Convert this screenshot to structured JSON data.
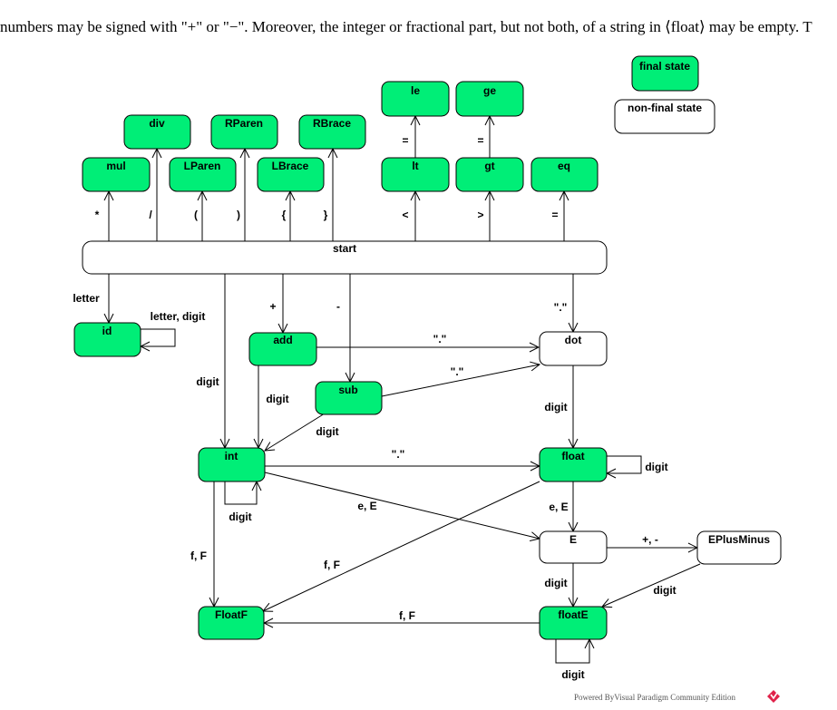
{
  "intro_text": "numbers may be signed with \"+\" or \"−\". Moreover, the integer or fractional part, but not both, of a string in ⟨float⟩ may be empty. T",
  "legend": {
    "final": "final state",
    "nonfinal": "non-final state"
  },
  "colors": {
    "final": "#00ee77",
    "nonfinal": "#ffffff",
    "stroke": "#000000",
    "logo": "#e0224a"
  },
  "states": {
    "mul": "mul",
    "div": "div",
    "LParen": "LParen",
    "RParen": "RParen",
    "LBrace": "LBrace",
    "RBrace": "RBrace",
    "lt": "lt",
    "le": "le",
    "gt": "gt",
    "ge": "ge",
    "eq": "eq",
    "start": "start",
    "id": "id",
    "add": "add",
    "sub": "sub",
    "dot": "dot",
    "int": "int",
    "float": "float",
    "E": "E",
    "EPlusMinus": "EPlusMinus",
    "FloatF": "FloatF",
    "floatE": "floatE"
  },
  "labels": {
    "star": "*",
    "slash": "/",
    "lparen": "(",
    "rparen": ")",
    "lbrace": "{",
    "rbrace": "}",
    "lt": "<",
    "gt": ">",
    "eq": "=",
    "le_eq": "=",
    "ge_eq": "=",
    "letter": "letter",
    "letter_digit": "letter, digit",
    "plus": "+",
    "minus": "-",
    "start_dot": "\".\"",
    "add_dot": "\".\"",
    "sub_dot": "\".\"",
    "int_dot": "\".\"",
    "start_int_digit": "digit",
    "add_int_digit": "digit",
    "sub_int_digit": "digit",
    "int_loop_digit": "digit",
    "dot_float_digit": "digit",
    "float_loop_digit": "digit",
    "int_e": "e, E",
    "float_e": "e, E",
    "e_pm": "+, -",
    "e_floate_digit": "digit",
    "pm_floate_digit": "digit",
    "floate_loop_digit": "digit",
    "int_ff": "f, F",
    "float_ff": "f, F",
    "floate_ff": "f, F"
  },
  "credit": "Powered ByVisual Paradigm Community Edition"
}
